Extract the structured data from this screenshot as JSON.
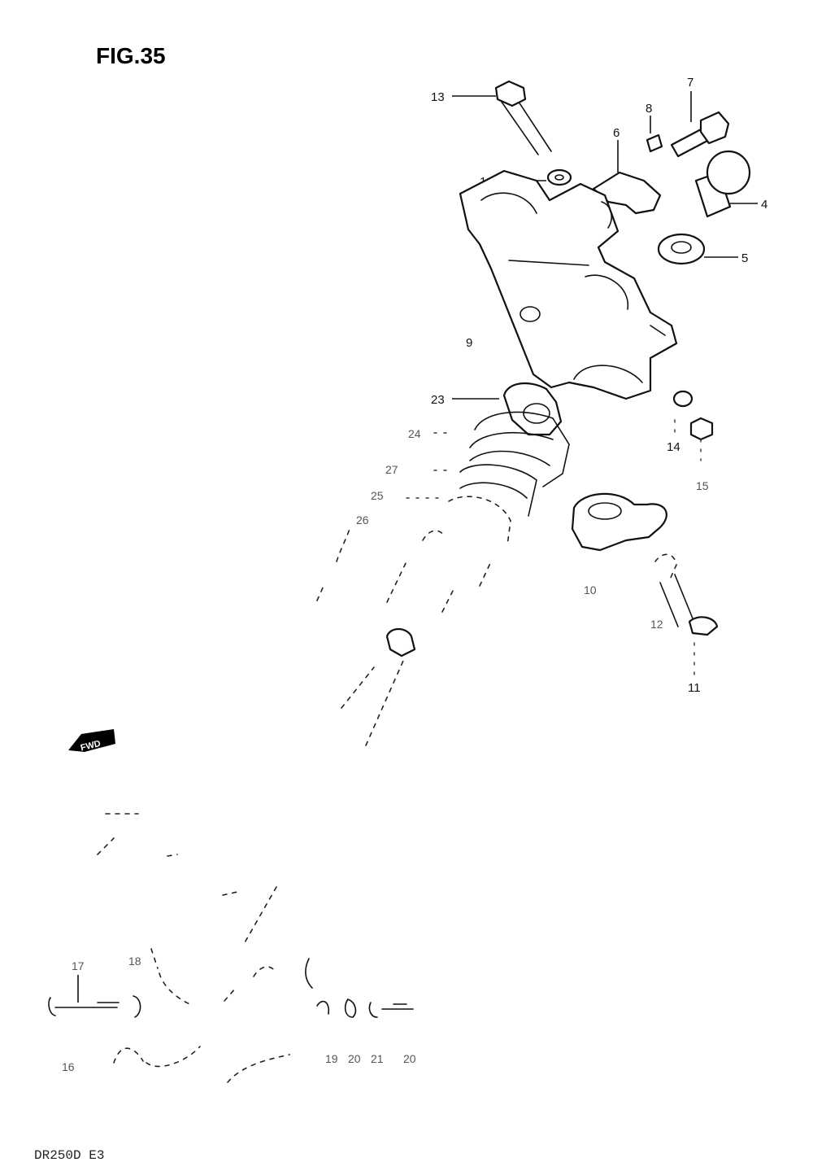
{
  "figure": {
    "title": "FIG.35",
    "model": "DR250D E3",
    "fwd_label": "FWD"
  },
  "callouts": {
    "p13": "13",
    "p7": "7",
    "p8": "8",
    "p6": "6",
    "p14a": "14",
    "p4": "4",
    "p5": "5",
    "p9": "9",
    "p23": "23",
    "p24": "24",
    "p27": "27",
    "p25": "25",
    "p26": "26",
    "p14b": "14",
    "p15": "15",
    "p10": "10",
    "p12": "12",
    "p11": "11",
    "p17": "17",
    "p18": "18",
    "p16": "16",
    "p19": "19",
    "p20": "20",
    "p21": "21",
    "p28": "20"
  }
}
